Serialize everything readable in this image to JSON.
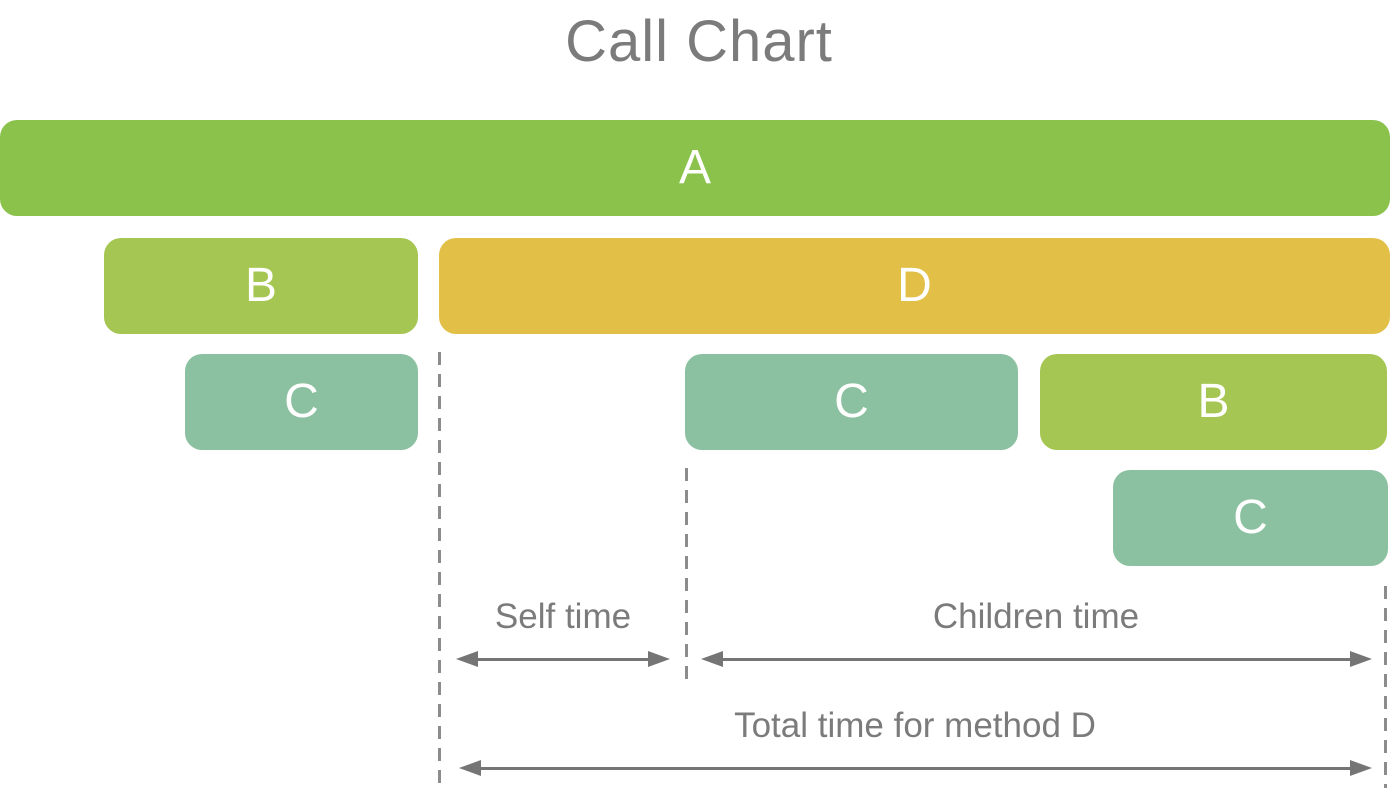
{
  "title": "Call Chart",
  "bars": {
    "a": {
      "label": "A",
      "color": "#8ac24b"
    },
    "b1": {
      "label": "B",
      "color": "#a5c652"
    },
    "d": {
      "label": "D",
      "color": "#e2c048"
    },
    "c1": {
      "label": "C",
      "color": "#8bc1a0"
    },
    "c2": {
      "label": "C",
      "color": "#8bc1a0"
    },
    "b2": {
      "label": "B",
      "color": "#a5c652"
    },
    "c3": {
      "label": "C",
      "color": "#8bc1a0"
    }
  },
  "annotations": {
    "self_time_label": "Self time",
    "children_time_label": "Children time",
    "total_time_label": "Total time for method D"
  },
  "colors": {
    "method_a_green": "#8ac24b",
    "method_b_green": "#a5c652",
    "method_c_teal": "#8bc1a0",
    "method_d_amber": "#e2c048",
    "text_gray": "#7b7b7b",
    "arrow_gray": "#757575",
    "dash_gray": "#8c8c8c",
    "bar_text": "#ffffff",
    "background": "#ffffff"
  }
}
